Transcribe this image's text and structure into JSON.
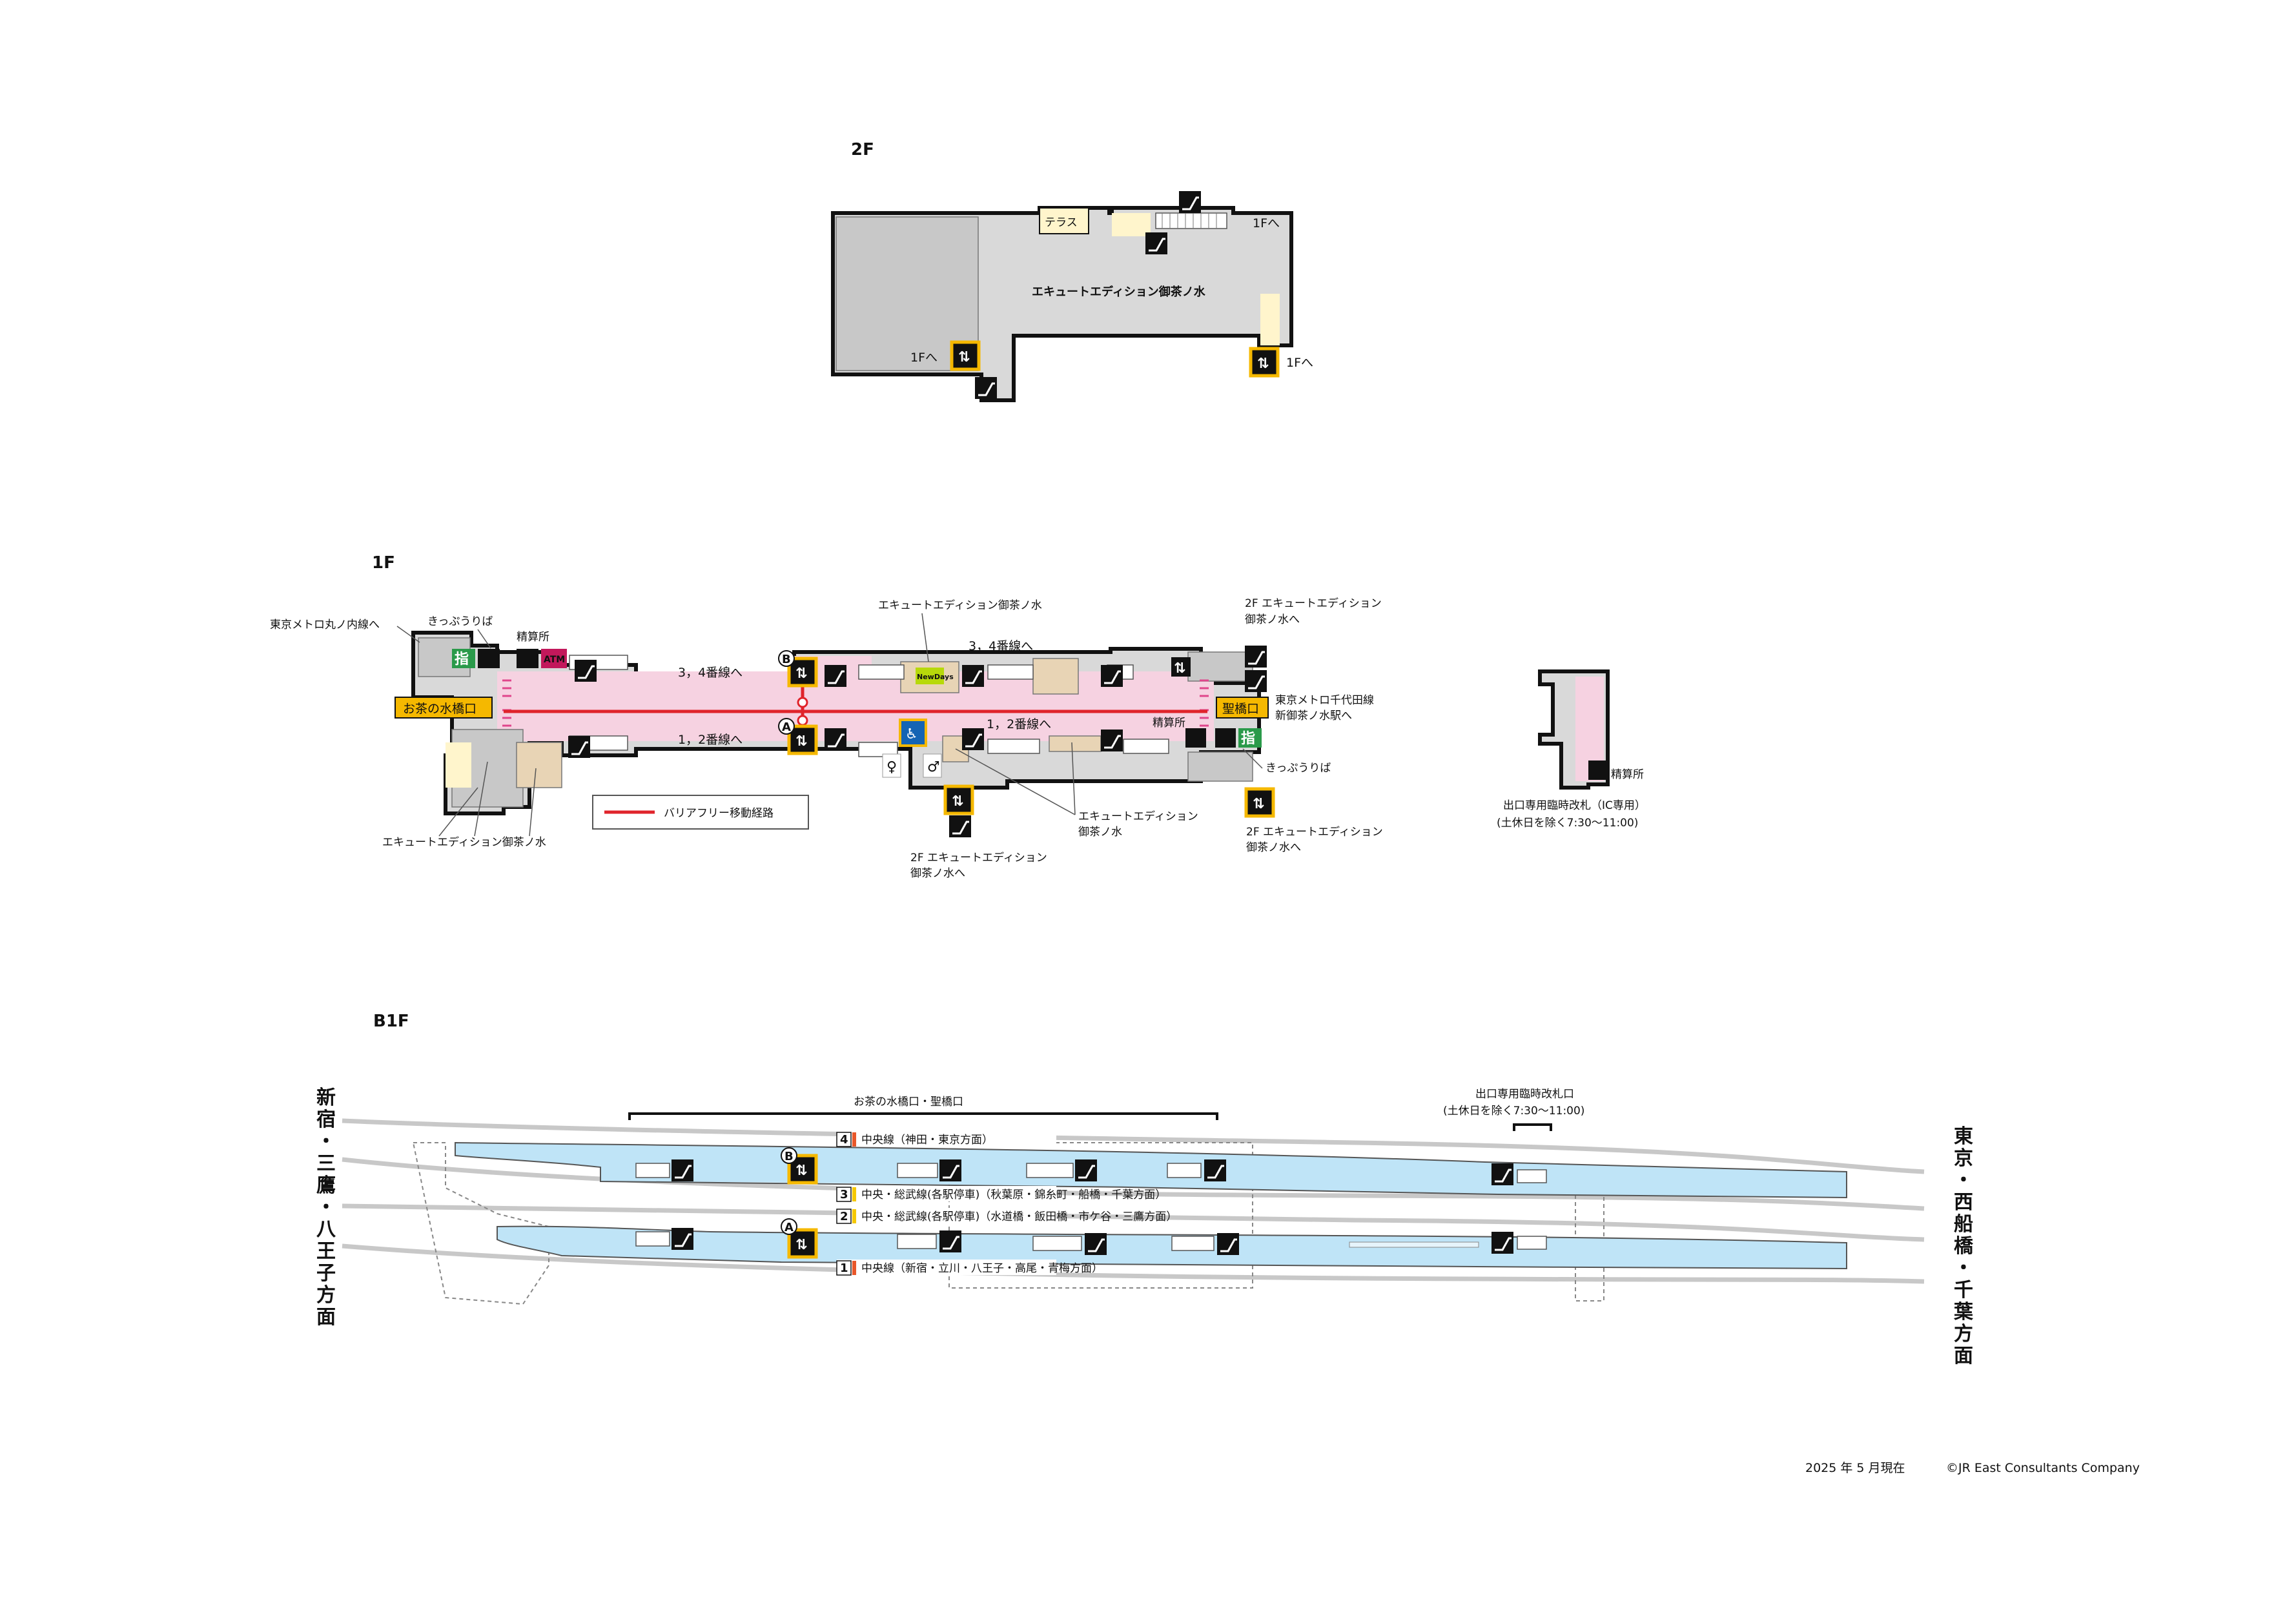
{
  "floors": {
    "f2": "2F",
    "f1": "1F",
    "b1": "B1F"
  },
  "f2": {
    "terrace": "テラス",
    "shop": "エキュートエディション御茶ノ水",
    "to_1f_right_top": "1Fへ",
    "to_1f_left": "1Fへ",
    "to_1f_right": "1Fへ"
  },
  "f1": {
    "metro_marunouchi": "東京メトロ丸ノ内線へ",
    "ticket_left": "きっぷうりば",
    "fare_adjust_left": "精算所",
    "shop_top": "エキュートエディション御茶ノ水",
    "to_2f_top_1": "2F エキュートエディション",
    "to_2f_top_2": "御茶ノ水へ",
    "to_34_left": "3，4番線へ",
    "to_34_right": "3，4番線へ",
    "to_12_left": "1，2番線へ",
    "to_12_right": "1，2番線へ",
    "exit_ochanomizu": "お茶の水橋口",
    "exit_hijiribashi": "聖橋口",
    "metro_chiyoda_1": "東京メトロ千代田線",
    "metro_chiyoda_2": "新御茶ノ水駅へ",
    "fare_adjust_right": "精算所",
    "ticket_right": "きっぷうりば",
    "legend": "バリアフリー移動経路",
    "shop_bottom_left": "エキュートエディション御茶ノ水",
    "shop_bottom_mid_1": "エキュートエディション",
    "shop_bottom_mid_2": "御茶ノ水",
    "to_2f_bottom_1": "2F エキュートエディション",
    "to_2f_bottom_2": "御茶ノ水へ",
    "to_2f_right_1": "2F エキュートエディション",
    "to_2f_right_2": "御茶ノ水へ",
    "newdays": "NewDays",
    "ticket_sign": "指",
    "atm": "ATM",
    "fare_adjust_annex": "精算所",
    "temp_gate_1": "出口専用臨時改札（IC専用）",
    "temp_gate_2": "(土休日を除く7:30～11:00)",
    "elevator_a": "A",
    "elevator_b": "B"
  },
  "b1": {
    "dir_left": "新宿・三鷹・八王子方面",
    "dir_right": "東京・西船橋・千葉方面",
    "exits_bracket": "お茶の水橋口・聖橋口",
    "temp_exit_1": "出口専用臨時改札口",
    "temp_exit_2": "(土休日を除く7:30～11:00)",
    "tracks": [
      {
        "num": "4",
        "color": "#e8572a",
        "label": "中央線（神田・東京方面）"
      },
      {
        "num": "3",
        "color": "#f5c800",
        "label": "中央・総武線(各駅停車)（秋葉原・錦糸町・船橋・千葉方面）"
      },
      {
        "num": "2",
        "color": "#f5c800",
        "label": "中央・総武線(各駅停車)（水道橋・飯田橋・市ケ谷・三鷹方面）"
      },
      {
        "num": "1",
        "color": "#e8572a",
        "label": "中央線（新宿・立川・八王子・高尾・青梅方面）"
      }
    ],
    "elevator_a": "A",
    "elevator_b": "B"
  },
  "footer": {
    "date": "2025 年 5 月現在",
    "copyright": "©JR East Consultants Company"
  },
  "icons": {
    "elevator": "elevator-icon",
    "escalator": "escalator-icon",
    "stairs": "stairs-icon",
    "toilet_male": "toilet-male-icon",
    "toilet_female": "toilet-female-icon",
    "wheelchair": "wheelchair-icon"
  },
  "colors": {
    "concourse": "#f6d2e1",
    "platform": "#bfe4f7",
    "barrier_free": "#e0242b",
    "exit": "#f5b800",
    "shop": "#e8d4b5"
  }
}
